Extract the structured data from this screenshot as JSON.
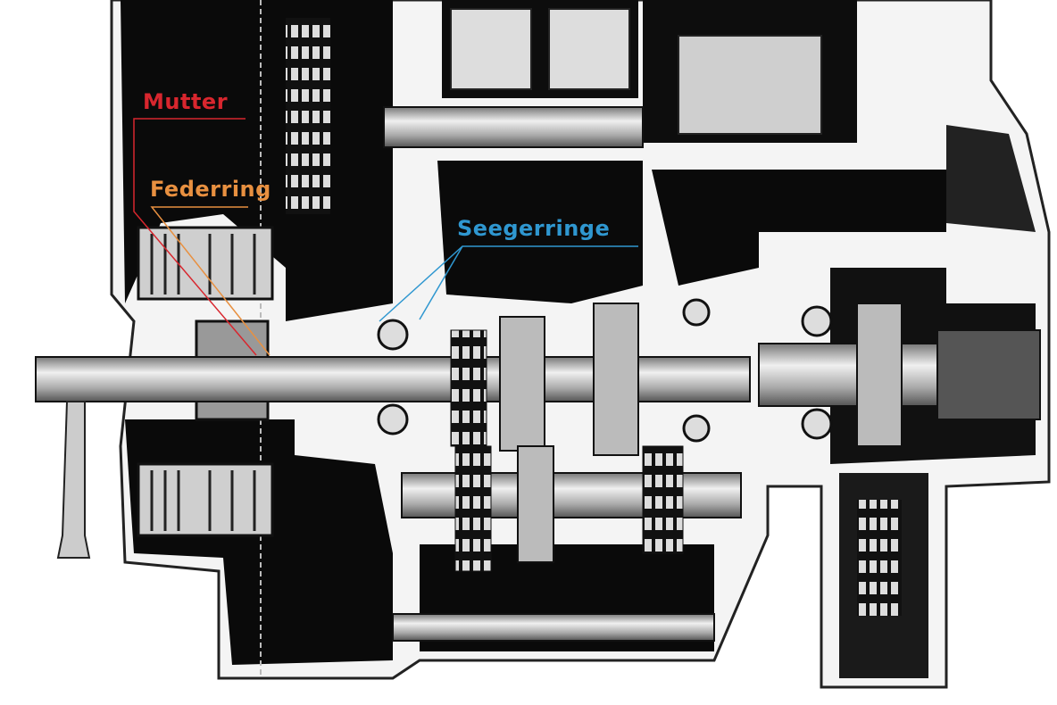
{
  "labels": {
    "mutter": "Mutter",
    "federring": "Federring",
    "seegerringe": "Seegerringe"
  },
  "colors": {
    "mutter": "#d8262e",
    "federring": "#e89040",
    "seegerringe": "#2f97d0",
    "housing": "#0a0a0a",
    "metal": "#c8c8c8"
  }
}
